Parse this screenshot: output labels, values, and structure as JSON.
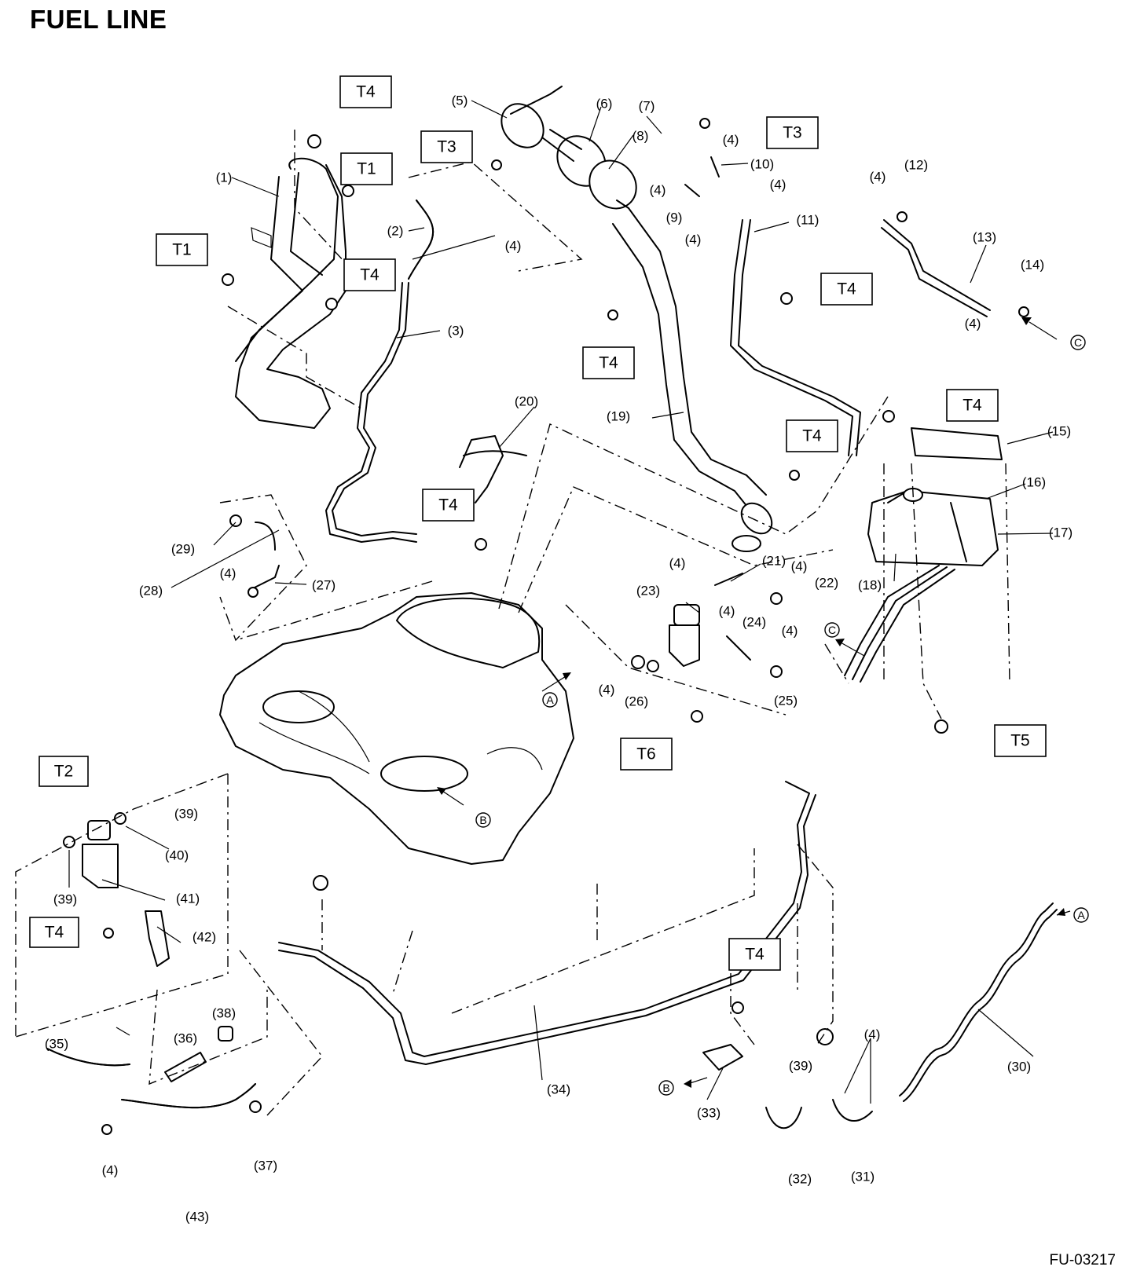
{
  "title": "FUEL LINE",
  "figure_code": "FU-03217",
  "torque_labels": {
    "t4_a": "T4",
    "t1_a": "T1",
    "t1_b": "T1",
    "t4_b": "T4",
    "t3_a": "T3",
    "t3_b": "T3",
    "t4_c": "T4",
    "t4_d": "T4",
    "t4_e": "T4",
    "t4_f": "T4",
    "t4_g": "T4",
    "t6": "T6",
    "t5": "T5",
    "t2": "T2",
    "t4_h": "T4",
    "t4_i": "T4"
  },
  "callouts": {
    "p1": "(1)",
    "p2": "(2)",
    "p3": "(3)",
    "p4a": "(4)",
    "p5": "(5)",
    "p6": "(6)",
    "p7": "(7)",
    "p8": "(8)",
    "p4b": "(4)",
    "p10": "(10)",
    "p4c": "(4)",
    "p4d": "(4)",
    "p9": "(9)",
    "p4e": "(4)",
    "p11": "(11)",
    "p4f": "(4)",
    "p12": "(12)",
    "p13": "(13)",
    "p14": "(14)",
    "p4g": "(4)",
    "p15": "(15)",
    "p16": "(16)",
    "p17": "(17)",
    "p18": "(18)",
    "p19": "(19)",
    "p20": "(20)",
    "p21": "(21)",
    "p4h": "(4)",
    "p4i": "(4)",
    "p22": "(22)",
    "p23": "(23)",
    "p4j": "(4)",
    "p24": "(24)",
    "p4k": "(4)",
    "p25": "(25)",
    "p4l": "(4)",
    "p26": "(26)",
    "p29": "(29)",
    "p28": "(28)",
    "p4m": "(4)",
    "p27": "(27)",
    "p39a": "(39)",
    "p40": "(40)",
    "p39b": "(39)",
    "p41": "(41)",
    "p42": "(42)",
    "p35": "(35)",
    "p36": "(36)",
    "p38": "(38)",
    "p34": "(34)",
    "p4n": "(4)",
    "p37": "(37)",
    "p43": "(43)",
    "p33": "(33)",
    "p39c": "(39)",
    "p32": "(32)",
    "p4o": "(4)",
    "p31": "(31)",
    "p30": "(30)"
  },
  "ref_letters": {
    "a1": "A",
    "a2": "A",
    "b1": "B",
    "b2": "B",
    "c1": "C",
    "c2": "C"
  }
}
